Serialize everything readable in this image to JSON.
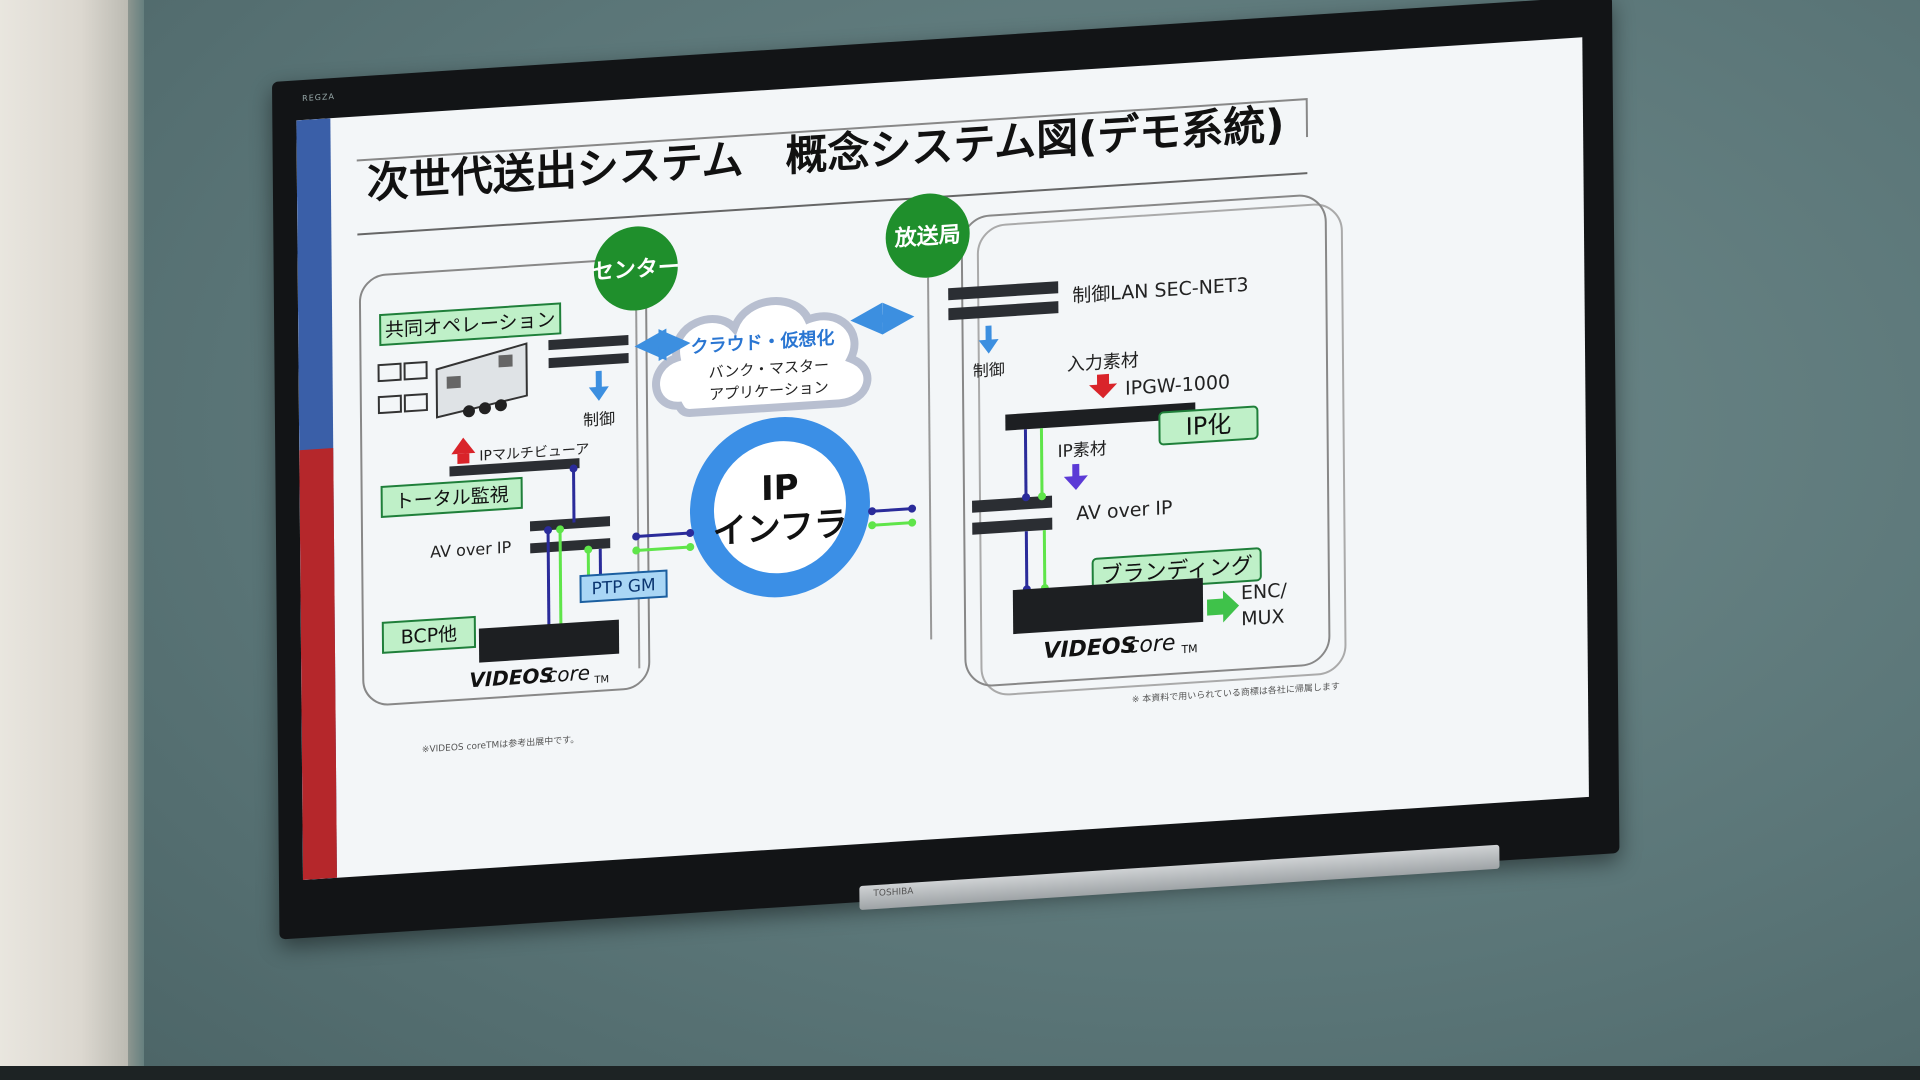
{
  "tv": {
    "brand": "REGZA",
    "stand_label": "TOSHIBA"
  },
  "slide": {
    "title": "次世代送出システム　概念システム図(デモ系統)",
    "footnote_left": "※VIDEOS coreTMは参考出展中です。",
    "footnote_right": "※ 本資料で用いられている商標は各社に帰属します"
  },
  "center": {
    "badge": "センター",
    "joint_ops": "共同オペレーション",
    "multiviewer": "IPマルチビューア",
    "control": "制御",
    "total_monitor": "トータル監視",
    "av_over_ip": "AV over IP",
    "ptp": "PTP GM",
    "bcp": "BCP他",
    "product_brand": "VIDEOS",
    "product_sub": "core",
    "product_tm": "TM"
  },
  "cloud": {
    "title": "クラウド・仮想化",
    "line1": "バンク・マスター",
    "line2": "アプリケーション"
  },
  "ip_infra": {
    "line1": "IP",
    "line2": "インフラ"
  },
  "station": {
    "badge": "放送局",
    "control_lan": "制御LAN SEC-NET3",
    "control": "制御",
    "input_material": "入力素材",
    "ipgw": "IPGW-1000",
    "ip_convert": "IP化",
    "ip_material": "IP素材",
    "av_over_ip": "AV over IP",
    "branding": "ブランディング",
    "enc": "ENC/",
    "mux": "MUX",
    "product_brand": "VIDEOS",
    "product_sub": "core",
    "product_tm": "TM"
  },
  "colors": {
    "green_badge": "#1f8f2c",
    "label_fill": "#bff0c8",
    "label_stroke": "#1f7f3a",
    "arrow_blue": "#3c8fe0",
    "ring_blue": "#3b8fe6",
    "line_navy": "#2a2b9a",
    "line_green": "#5fe54a",
    "arrow_red": "#d9242a"
  }
}
